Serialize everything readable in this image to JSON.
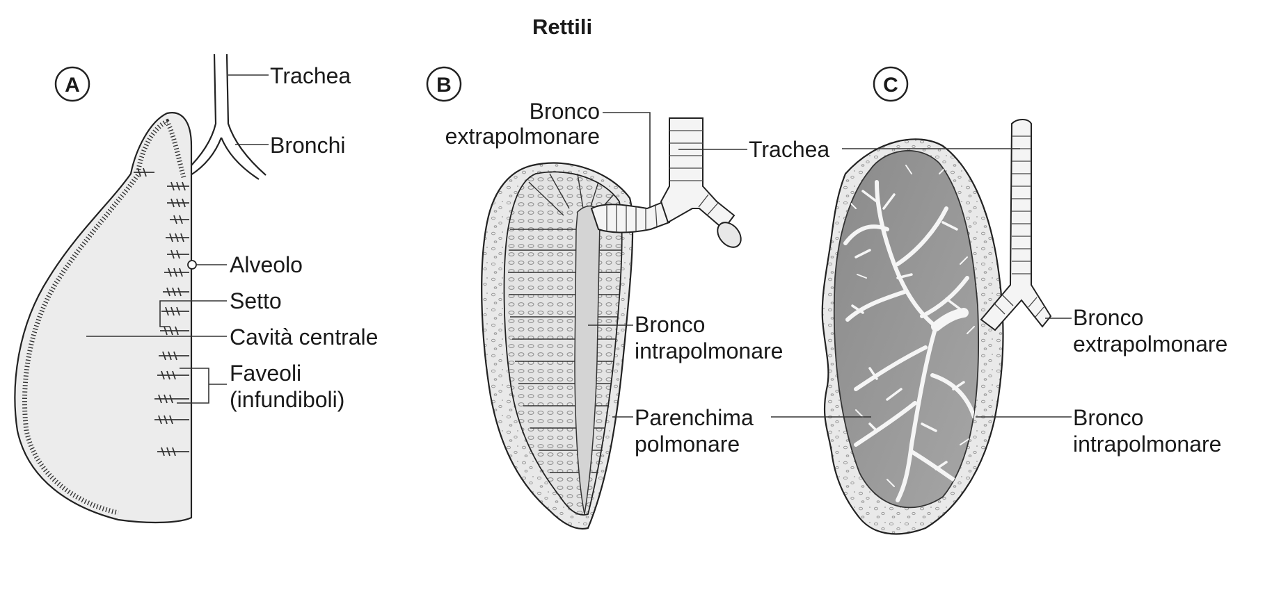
{
  "title": "Rettili",
  "panels": {
    "a": {
      "letter": "A",
      "labels": {
        "trachea": "Trachea",
        "bronchi": "Bronchi",
        "alveolo": "Alveolo",
        "setto": "Setto",
        "cavita": "Cavità centrale",
        "faveoli_1": "Faveoli",
        "faveoli_2": "(infundiboli)"
      }
    },
    "b": {
      "letter": "B",
      "labels": {
        "bronco_extra_1": "Bronco",
        "bronco_extra_2": "extrapolmonare",
        "trachea": "Trachea",
        "bronco_intra_1": "Bronco",
        "bronco_intra_2": "intrapolmonare",
        "parenchima_1": "Parenchima",
        "parenchima_2": "polmonare"
      }
    },
    "c": {
      "letter": "C",
      "labels": {
        "bronco_extra_1": "Bronco",
        "bronco_extra_2": "extrapolmonare",
        "bronco_intra_1": "Bronco",
        "bronco_intra_2": "intrapolmonare"
      }
    }
  }
}
